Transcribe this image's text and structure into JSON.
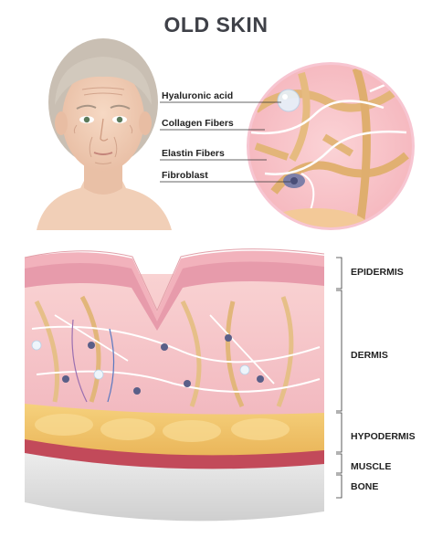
{
  "title": "OLD SKIN",
  "callouts": {
    "hyaluronic_acid": "Hyaluronic acid",
    "collagen_fibers": "Collagen Fibers",
    "elastin_fibers": "Elastin Fibers",
    "fibroblast": "Fibroblast"
  },
  "layers": {
    "epidermis": "EPIDERMIS",
    "dermis": "DERMIS",
    "hypodermis": "HYPODERMIS",
    "muscle": "MUSCLE",
    "bone": "BONE"
  },
  "colors": {
    "title": "#3f4148",
    "circle_border": "#f4b8c8",
    "dermis": "#f6c3c6",
    "epidermis": "#e79bab",
    "hypodermis": "#f1c56a",
    "muscle": "#c24a5a",
    "bone": "#dcdcdc",
    "collagen": "#e0b37a",
    "fibroblast": "#5a5f88"
  }
}
